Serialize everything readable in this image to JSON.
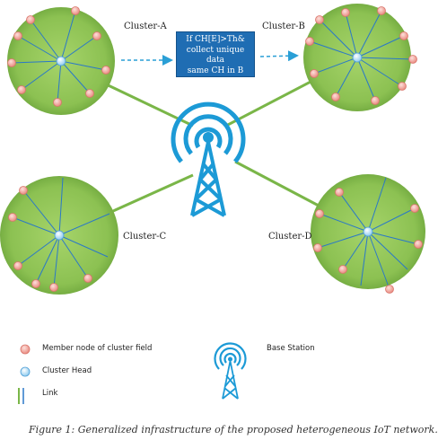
{
  "clusters": {
    "a": {
      "label": "Cluster-A"
    },
    "b": {
      "label": "Cluster-B"
    },
    "c": {
      "label": "Cluster-C"
    },
    "d": {
      "label": "Cluster-D"
    }
  },
  "condition_box": {
    "line1": "If CH[E]>Th&",
    "line2": "collect unique data",
    "line3": "same CH in B"
  },
  "legend": {
    "member_node": "Member node of cluster field",
    "cluster_head": "Cluster Head",
    "link": "Link",
    "base_station": "Base Station"
  },
  "caption": "Figure 1: Generalized infrastructure of the proposed heterogeneous IoT network.",
  "colors": {
    "cluster_fill": "#8cc152",
    "member_node": "#f4a9a0",
    "cluster_head": "#bfe3f7",
    "link_green": "#7ab648",
    "link_blue": "#2a78c8",
    "tower_blue": "#1c9ad6",
    "arrow": "#2a9fd6",
    "box": "#1f6db3"
  }
}
